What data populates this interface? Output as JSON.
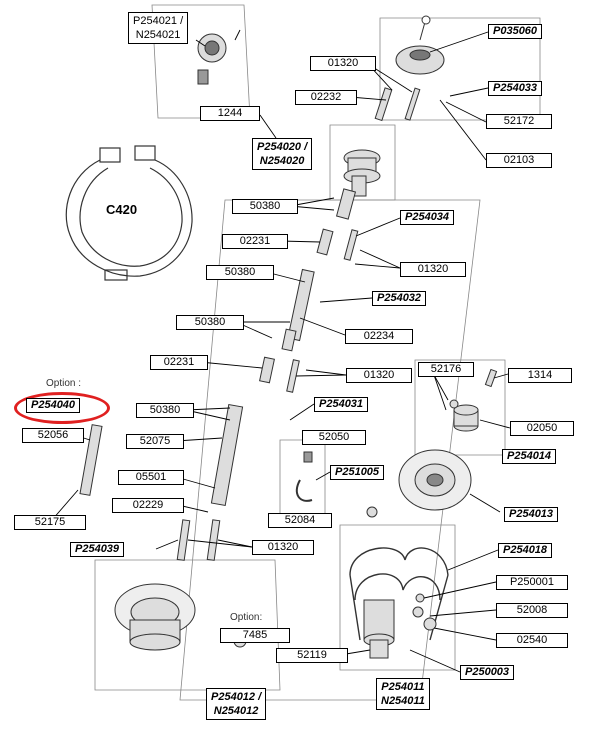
{
  "callouts": {
    "p254021": "P254021 /",
    "n254021": "N254021",
    "c1244": "1244",
    "p035060": "P035060",
    "c01320_top": "01320",
    "c02232": "02232",
    "p254033": "P254033",
    "c52172": "52172",
    "c02103": "02103",
    "p254020": "P254020 /",
    "n254020": "N254020",
    "c420": "C420",
    "c50380_a": "50380",
    "p254034": "P254034",
    "c02231_a": "02231",
    "c01320_b": "01320",
    "c50380_b": "50380",
    "p254032": "P254032",
    "c50380_c": "50380",
    "c02234": "02234",
    "c02231_b": "02231",
    "c01320_c": "01320",
    "c52176": "52176",
    "c1314": "1314",
    "option1": "Option :",
    "p254040": "P254040",
    "c50380_d": "50380",
    "p254031": "P254031",
    "c52056": "52056",
    "c52075": "52075",
    "c52050": "52050",
    "c02050": "02050",
    "p254014": "P254014",
    "c05501": "05501",
    "p251005": "P251005",
    "c02229": "02229",
    "p254013": "P254013",
    "c52175": "52175",
    "c52084": "52084",
    "p254039": "P254039",
    "c01320_d": "01320",
    "p254018": "P254018",
    "p250001": "P250001",
    "c52008": "52008",
    "option2": "Option:",
    "c7485": "7485",
    "c02540": "02540",
    "c52119": "52119",
    "p250003": "P250003",
    "p254011": "P254011",
    "n254011": "N254011",
    "p254012": "P254012 /",
    "n254012": "N254012"
  },
  "colors": {
    "highlight": "#e02020",
    "line": "#000000",
    "part": "#555555"
  }
}
